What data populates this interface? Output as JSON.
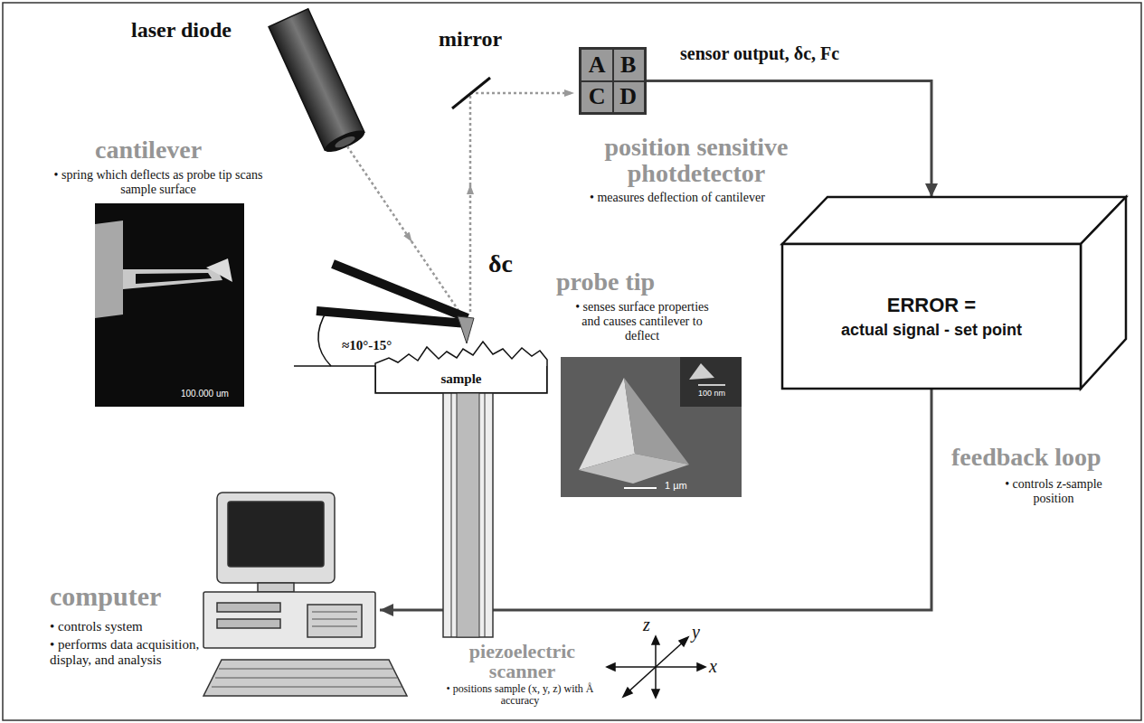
{
  "diagram": {
    "nodes": [
      {
        "text": [
          "A",
          "B",
          "C",
          "D"
        ]
      },
      {
        "text": [
          "ERROR =",
          "actual signal - set point"
        ]
      },
      {
        "text": [
          "sample"
        ]
      },
      {
        "text": [
          "computer",
          "• controls system",
          "• performs data acquisition, display, and analysis"
        ]
      }
    ],
    "edges": [
      {
        "from": 0,
        "to": 1,
        "arrow": "to"
      },
      {
        "from": 1,
        "to": 3,
        "arrow": "to"
      }
    ],
    "labels": [
      "laser diode",
      "mirror",
      "sensor output, δc, Fc",
      "cantilever",
      "• spring which deflects as probe tip scans sample surface",
      "100.000 um",
      "≈10°-15°",
      "δc",
      "position sensitive photdetector",
      "• measures deflection of cantilever",
      "probe tip",
      "• senses surface properties and causes cantilever to deflect",
      "100 nm",
      "1 µm",
      "feedback loop",
      "• controls z-sample position",
      "piezoelectric scanner",
      "• positions sample (x, y, z) with Å accuracy",
      "z",
      "y",
      "x"
    ]
  }
}
